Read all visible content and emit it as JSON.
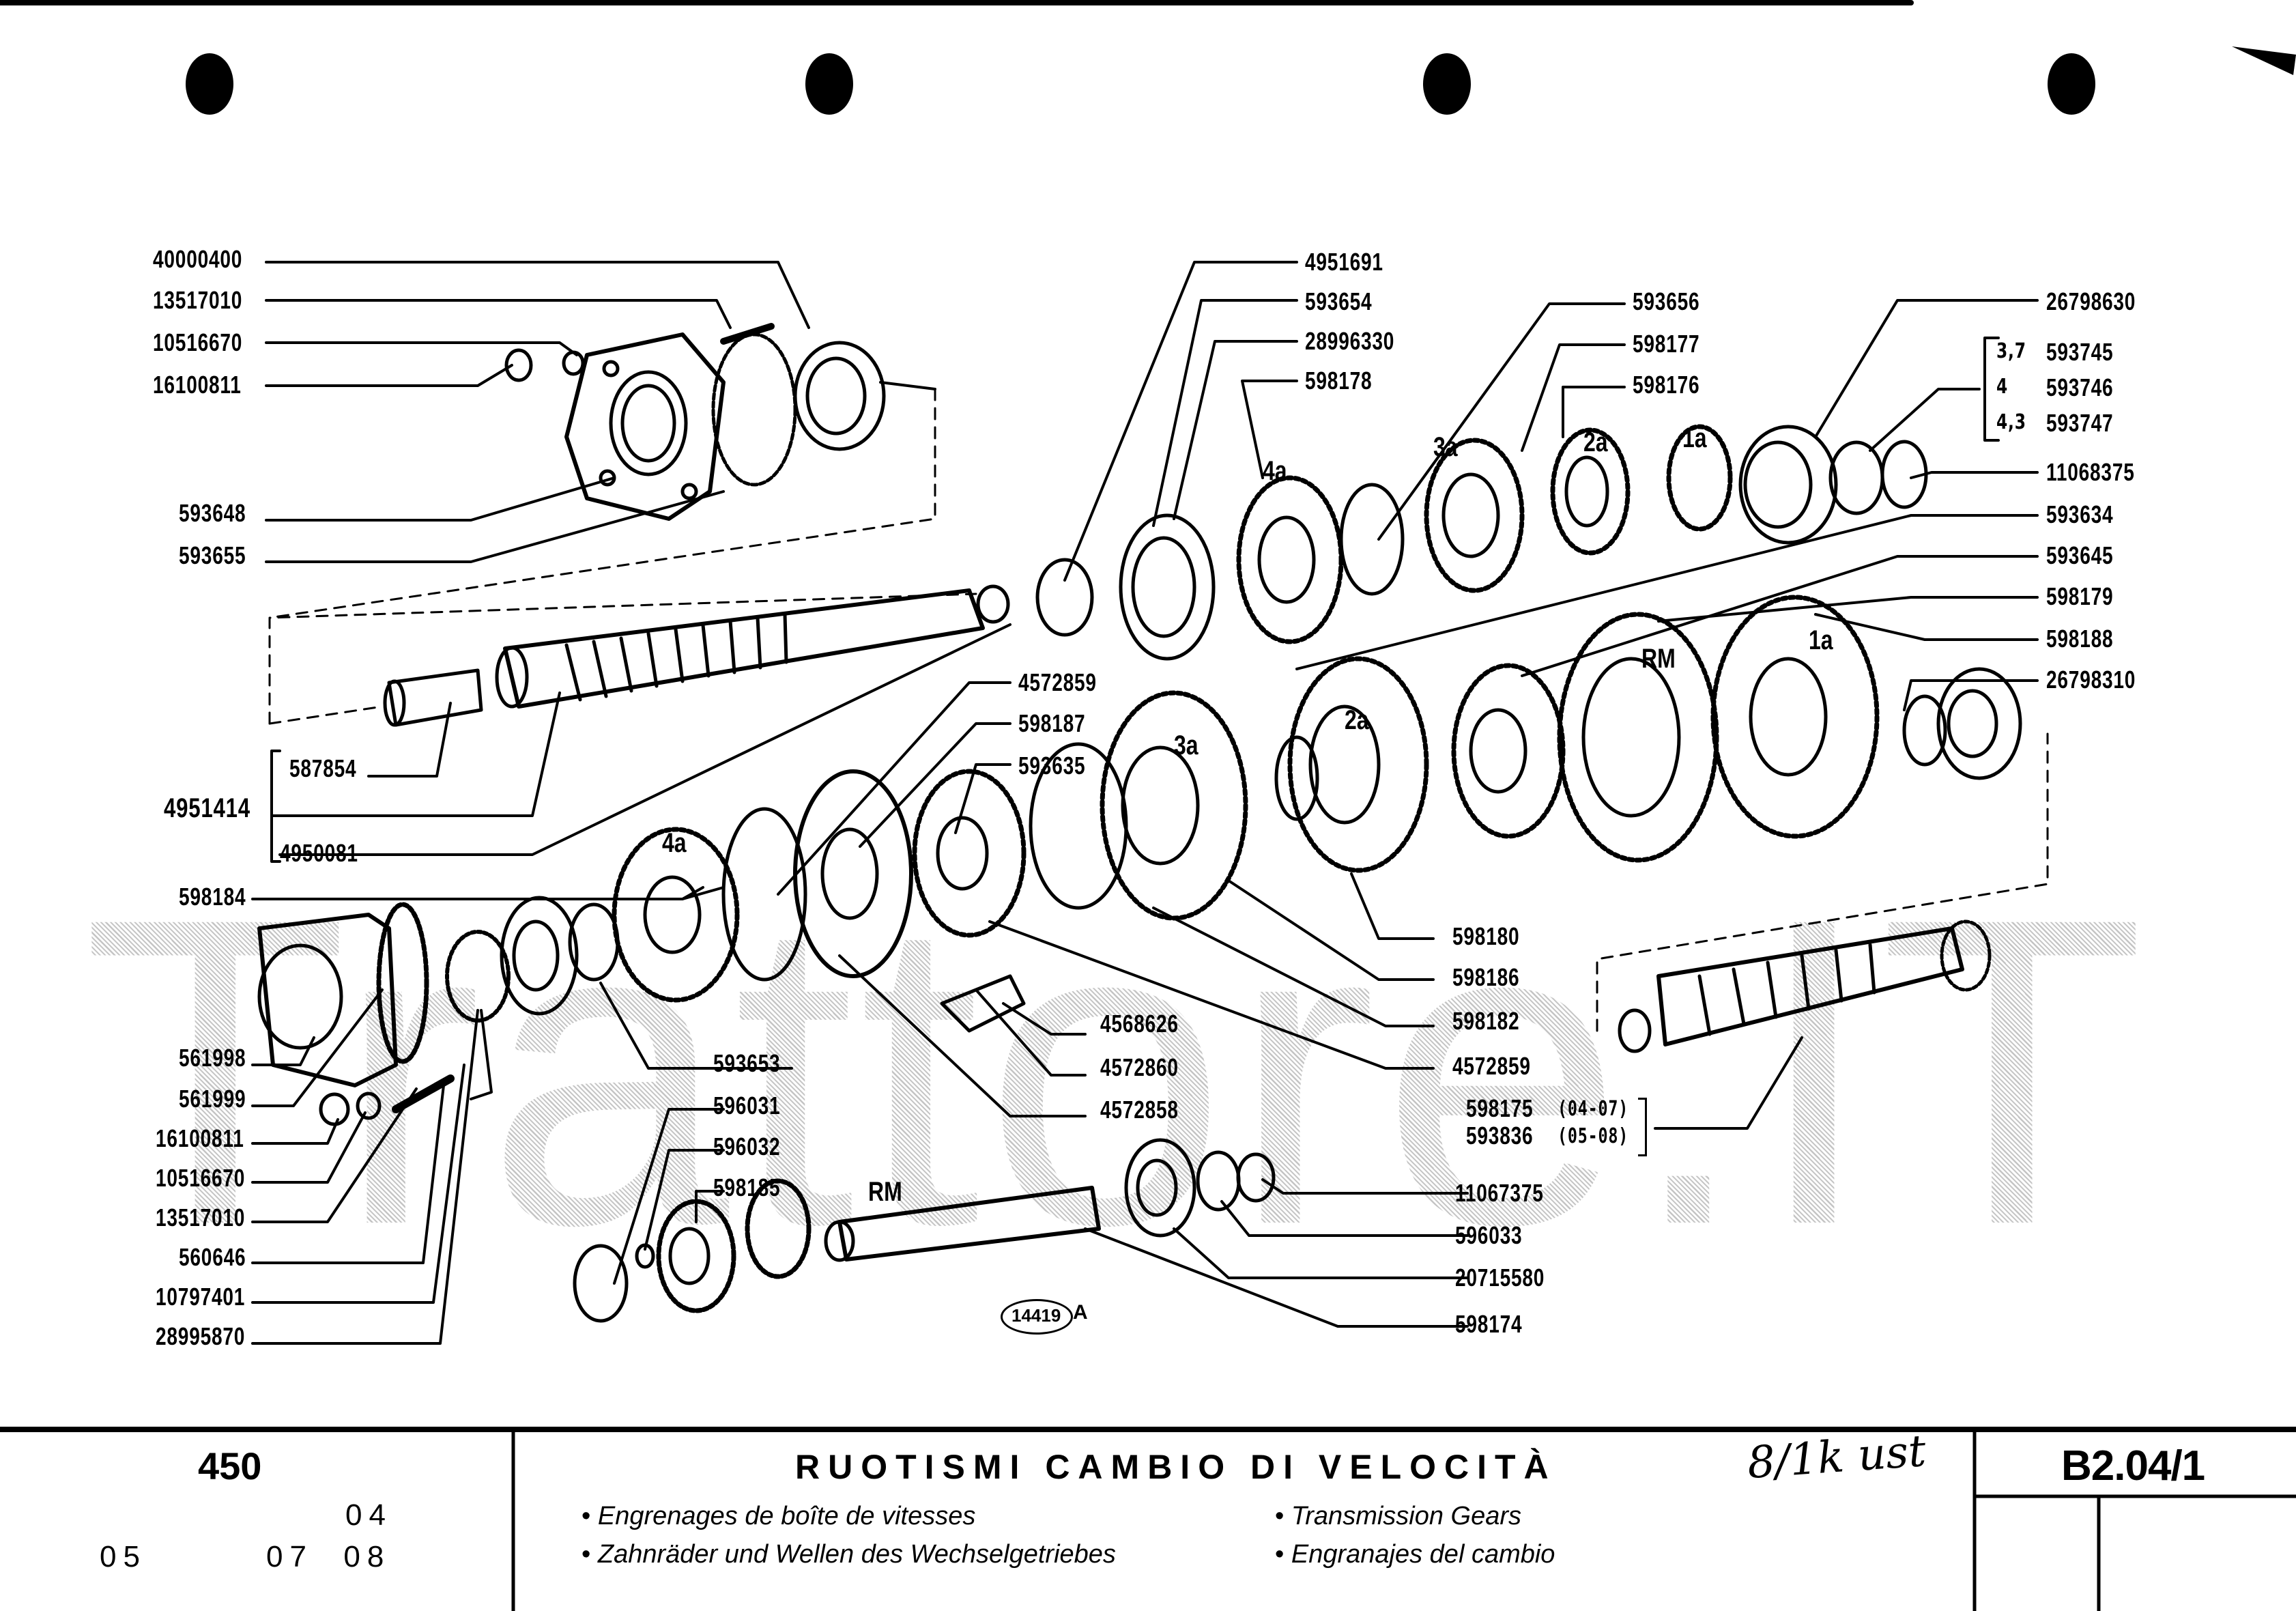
{
  "document": {
    "type": "exploded parts diagram",
    "watermark": "Trattore.IT",
    "drawing_code": "14419",
    "drawing_code_suffix": "A"
  },
  "gear_tags": {
    "upper_4a": "4a",
    "upper_3a": "3a",
    "upper_2a": "2a",
    "upper_1a": "1a",
    "lower_rm": "RM",
    "lower_1a": "1a",
    "lower_2a": "2a",
    "lower_3a": "3a",
    "lower_4a": "4a",
    "reverse_rm": "RM"
  },
  "labels_left": {
    "p40000400": "40000400",
    "p13517010_top": "13517010",
    "p10516670_top": "10516670",
    "p16100811_top": "16100811",
    "p593648": "593648",
    "p593655": "593655",
    "p587854": "587854",
    "p4951414": "4951414",
    "p4950081": "4950081",
    "p598184": "598184",
    "p561998": "561998",
    "p561999": "561999",
    "p16100811_bot": "16100811",
    "p10516670_bot": "10516670",
    "p13517010_bot": "13517010",
    "p560646": "560646",
    "p10797401": "10797401",
    "p28995870": "28995870"
  },
  "labels_upper_mid": {
    "p4951691": "4951691",
    "p593654": "593654",
    "p28996330": "28996330",
    "p598178": "598178",
    "p593656": "593656",
    "p598177": "598177",
    "p598176": "598176"
  },
  "labels_right": {
    "p26798630": "26798630",
    "variants": [
      {
        "ratio": "3,7",
        "part": "593745"
      },
      {
        "ratio": "4",
        "part": "593746"
      },
      {
        "ratio": "4,3",
        "part": "593747"
      }
    ],
    "p11068375": "11068375",
    "p593634": "593634",
    "p593645": "593645",
    "p598179": "598179",
    "p598188": "598188",
    "p26798310": "26798310"
  },
  "labels_center": {
    "p4572859_top": "4572859",
    "p598187": "598187",
    "p593635": "593635",
    "p593653": "593653",
    "p596031": "596031",
    "p596032": "596032",
    "p598185": "598185",
    "p4568626": "4568626",
    "p4572860": "4572860",
    "p4572858": "4572858",
    "p598180": "598180",
    "p598186": "598186",
    "p598182": "598182",
    "p4572859_bot": "4572859",
    "shaft_variants": [
      {
        "part": "598175",
        "range": "(04-07)"
      },
      {
        "part": "593836",
        "range": "(05-08)"
      }
    ],
    "p11067375": "11067375",
    "p596033": "596033",
    "p20715580": "20715580",
    "p598174": "598174"
  },
  "title_block": {
    "model": "450",
    "versions_row1": "04",
    "versions_row2_left": "05",
    "versions_row2_right": "07  08",
    "title_it": "RUOTISMI CAMBIO DI VELOCITÀ",
    "title_fr": "Engrenages de boîte de vitesses",
    "title_de": "Zahnräder und Wellen des Wechselgetriebes",
    "title_en": "Transmission Gears",
    "title_es": "Engranajes del cambio",
    "handwritten_note": "8/1k ust",
    "page_ref": "B2.04/1"
  }
}
